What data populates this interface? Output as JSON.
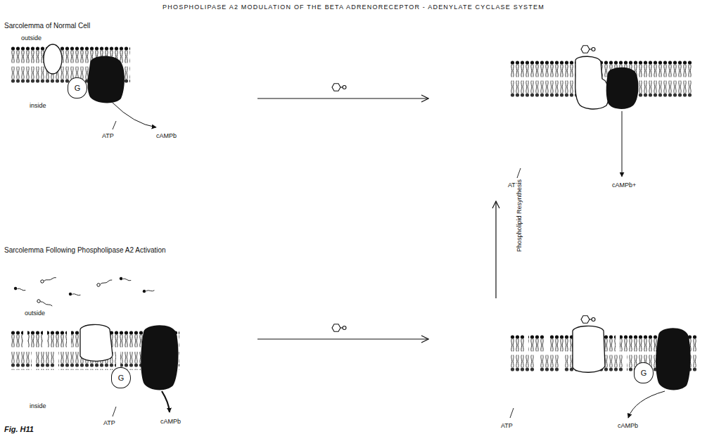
{
  "diagram": {
    "title": "PHOSPHOLIPASE A2 MODULATION OF THE BETA ADRENORECEPTOR - ADENYLATE CYCLASE SYSTEM",
    "nodes": [
      {
        "text": [
          "outside",
          "inside",
          "ATP",
          "cAMPb"
        ]
      },
      {
        "text": [
          "G"
        ],
        "in": 0
      },
      {
        "text": [
          "ATP",
          "cAMPb+"
        ]
      },
      {
        "text": [
          "outside",
          "inside",
          "ATP",
          "cAMPb"
        ]
      },
      {
        "text": [
          "G"
        ],
        "in": 3
      },
      {
        "text": [
          "ATP",
          "cAMPb"
        ]
      },
      {
        "text": [
          "G"
        ],
        "in": 5
      }
    ],
    "edges": [
      {
        "from": 0,
        "to": 2,
        "arrow": "to"
      },
      {
        "from": 3,
        "to": 5,
        "arrow": "to"
      },
      {
        "from": 5,
        "to": 2,
        "arrow": "to",
        "label": "Phospholipid Resynthesis"
      }
    ],
    "labels": [
      "Sarcolemma of Normal Cell",
      "Sarcolemma Following Phospholipase A2 Activation",
      "Fig. H11"
    ]
  }
}
